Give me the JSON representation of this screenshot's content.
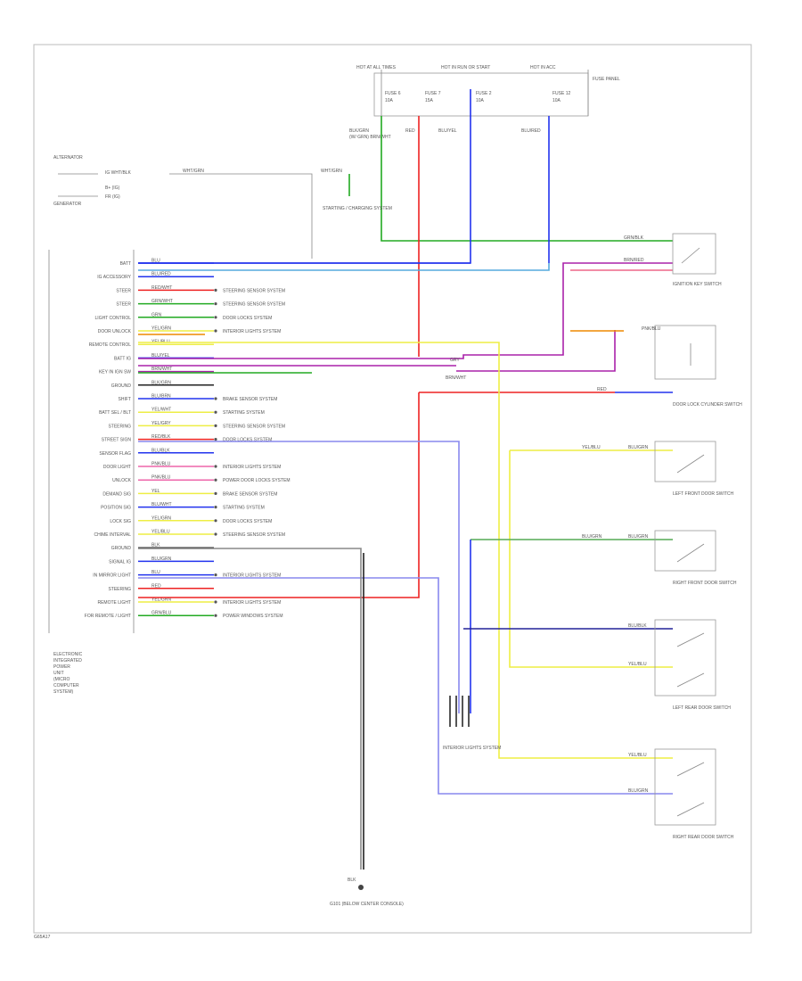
{
  "footer": {
    "code": "G65A17"
  },
  "colors": {
    "green": "#22aa22",
    "blue": "#2233ee",
    "lightblue": "#55aadd",
    "red": "#ee2222",
    "violet": "#aa22aa",
    "yellow": "#eeee44",
    "orange": "#ee8800",
    "pink": "#ee66aa",
    "gray": "#999999",
    "black": "#222222",
    "dkblue": "#222299"
  },
  "top_labels": {
    "hot_at_all_times": "HOT AT ALL TIMES",
    "hot_in_run": "HOT IN RUN OR START",
    "hot_in_acc": "HOT IN ACC",
    "fuse_panel": "FUSE PANEL",
    "fuses": [
      {
        "name": "FUSE 6",
        "amp": "10A"
      },
      {
        "name": "FUSE 7",
        "amp": "15A"
      },
      {
        "name": "FUSE 2",
        "amp": "10A"
      },
      {
        "name": "FUSE 12",
        "amp": "10A"
      }
    ],
    "wires": [
      "BLK/GRN",
      "RED",
      "BLU/YEL",
      "BLU/RED"
    ],
    "grounds_note": "(W/ GRN) BRN/WHT"
  },
  "generator": {
    "title": "ALTERNATOR",
    "label": "GENERATOR",
    "lines": [
      "IG  WHT/BLK",
      "B+  (IG)",
      "FR  (IG)"
    ],
    "wire": "WHT/GRN",
    "right_wire": "WHT/GRN",
    "chg_label": "STARTING / CHARGING SYSTEM"
  },
  "module": {
    "title": "ELECTRONIC INTEGRATED POWER UNIT",
    "footer_lines": [
      "ELECTRONIC",
      "INTEGRATED",
      "POWER",
      "UNIT",
      "(MICRO",
      "COMPUTER",
      "SYSTEM)"
    ],
    "pins": [
      {
        "label": "BATT",
        "wire": "BLU"
      },
      {
        "label": "IG ACCESSORY",
        "wire": "BLU/RED"
      },
      {
        "label": "STEER",
        "wire": "RED/WHT",
        "note": "STEERING SENSOR SYSTEM"
      },
      {
        "label": "STEER",
        "wire": "GRN/WHT",
        "note": "STEERING SENSOR SYSTEM"
      },
      {
        "label": "LIGHT CONTROL",
        "wire": "GRN",
        "note": "DOOR LOCKS SYSTEM"
      },
      {
        "label": "DOOR UNLOCK",
        "wire": "YEL/GRN",
        "note": "INTERIOR LIGHTS SYSTEM"
      },
      {
        "label": "REMOTE CONTROL",
        "wire": "YEL/BLU"
      },
      {
        "label": "BATT IG",
        "wire": "BLU/YEL"
      },
      {
        "label": "KEY IN IGN SW",
        "wire": "BRN/WHT"
      },
      {
        "label": "GROUND",
        "wire": "BLK/GRN"
      },
      {
        "label": "SHIFT",
        "wire": "BLU/BRN",
        "note": "BRAKE SENSOR SYSTEM"
      },
      {
        "label": "BATT SEL / BLT",
        "wire": "YEL/WHT",
        "note": "STARTING SYSTEM"
      },
      {
        "label": "STEERING",
        "wire": "YEL/GRY",
        "note": "STEERING SENSOR SYSTEM"
      },
      {
        "label": "STREET SIGN",
        "wire": "RED/BLK",
        "note": "DOOR LOCKS SYSTEM"
      },
      {
        "label": "SENSOR FLAG",
        "wire": "BLU/BLK"
      },
      {
        "label": "DOOR LIGHT",
        "wire": "PNK/BLU",
        "note": "INTERIOR LIGHTS SYSTEM"
      },
      {
        "label": "UNLOCK",
        "wire": "PNK/BLU",
        "note": "POWER DOOR LOCKS SYSTEM"
      },
      {
        "label": "DEMAND SIG",
        "wire": "YEL",
        "note": "BRAKE SENSOR SYSTEM"
      },
      {
        "label": "POSITION SIG",
        "wire": "BLU/WHT",
        "note": "STARTING SYSTEM"
      },
      {
        "label": "LOCK SIG",
        "wire": "YEL/GRN",
        "note": "DOOR LOCKS SYSTEM"
      },
      {
        "label": "CHIME INTERVAL",
        "wire": "YEL/BLU",
        "note": "STEERING SENSOR SYSTEM"
      },
      {
        "label": "GROUND",
        "wire": "BLK"
      },
      {
        "label": "SIGNAL IG",
        "wire": "BLU/GRN"
      },
      {
        "label": "IN MIRROR LIGHT",
        "wire": "BLU",
        "note": "INTERIOR LIGHTS SYSTEM"
      },
      {
        "label": "STEERING",
        "wire": "RED"
      },
      {
        "label": "REMOTE LIGHT",
        "wire": "YEL/GRN",
        "note": "INTERIOR LIGHTS SYSTEM"
      },
      {
        "label": "FOR REMOTE / LIGHT",
        "wire": "GRN/BLU",
        "note": "POWER WINDOWS SYSTEM"
      }
    ]
  },
  "components": {
    "ignition_key": {
      "title": "IGNITION KEY SWITCH",
      "wires": [
        "GRN/BLK",
        "BRN/RED"
      ]
    },
    "door_lock": {
      "title": "DOOR LOCK CYLINDER SWITCH",
      "wires": [
        "PNK/BLU",
        "RED"
      ]
    },
    "lf_door": {
      "title": "LEFT FRONT DOOR SWITCH",
      "wires": [
        "YEL/BLU",
        "BLU/GRN"
      ]
    },
    "rf_door": {
      "title": "RIGHT FRONT DOOR SWITCH",
      "wires": [
        "BLU/GRN",
        "BLU/GRN"
      ]
    },
    "lr_door": {
      "title": "LEFT REAR DOOR SWITCH",
      "wires": [
        "BLU/BLK",
        "YEL/BLU"
      ]
    },
    "rr_door": {
      "title": "RIGHT REAR DOOR SWITCH",
      "wires": [
        "YEL/BLU",
        "BLU/GRN"
      ]
    },
    "interior_lights": {
      "title": "INTERIOR LIGHTS SYSTEM"
    },
    "ground": {
      "title": "G101 (BELOW CENTER CONSOLE)",
      "label": "BLK"
    },
    "misc": {
      "gry": "GRY",
      "brnwht": "BRN/WHT"
    }
  }
}
